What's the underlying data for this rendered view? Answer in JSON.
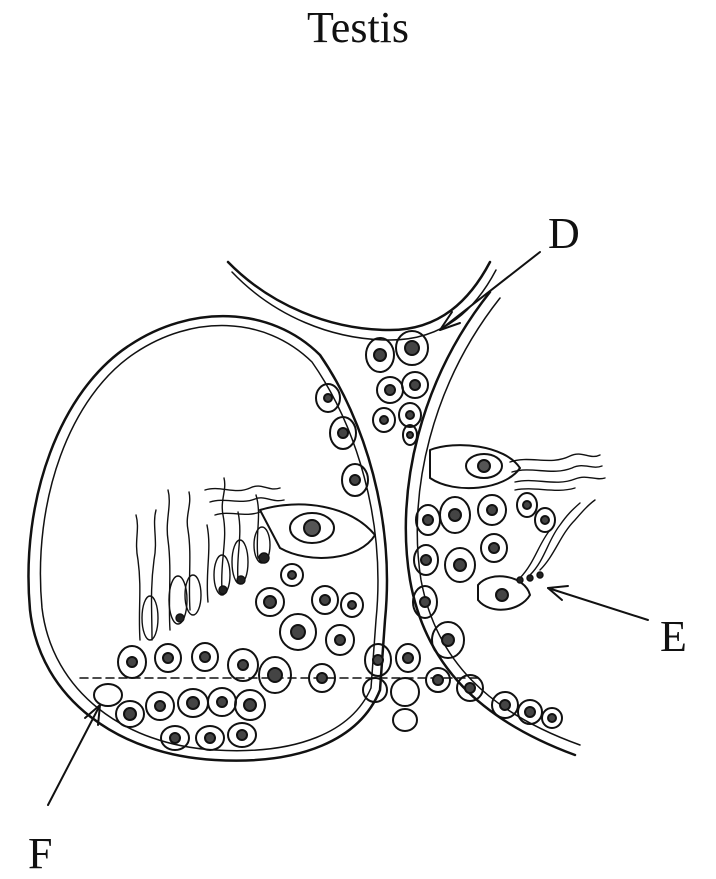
{
  "title": "Testis",
  "labels": {
    "d": "D",
    "e": "E",
    "f": "F"
  }
}
